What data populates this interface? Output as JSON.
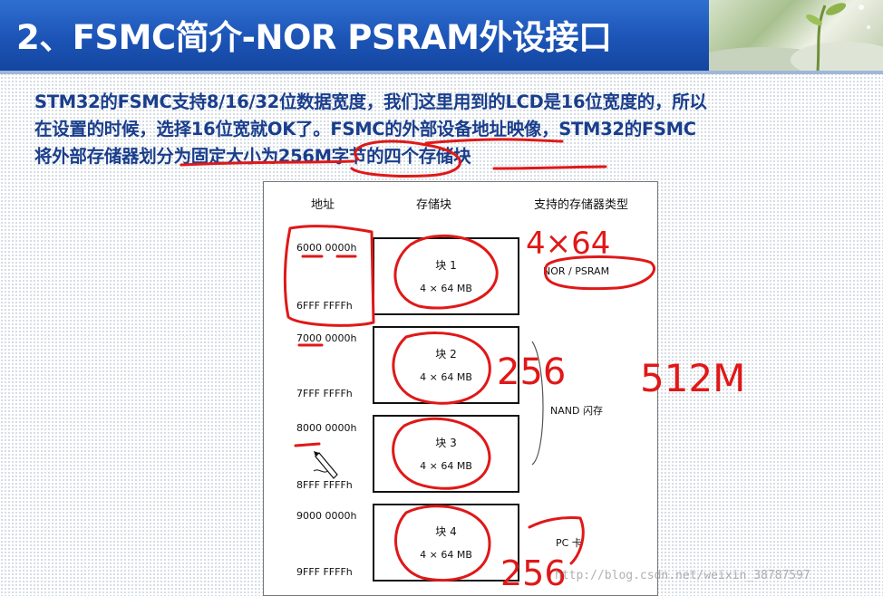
{
  "header": {
    "title": "2、FSMC简介-NOR PSRAM外设接口"
  },
  "intro": {
    "lines": [
      "STM32的FSMC支持8/16/32位数据宽度，我们这里用到的LCD是16位宽度的，所以",
      "在设置的时候，选择16位宽就OK了。FSMC的外部设备地址映像，STM32的FSMC",
      "将外部存储器划分为固定大小为256M字节的四个存储块"
    ]
  },
  "figure": {
    "col_address": "地址",
    "col_block": "存储块",
    "col_type": "支持的存储器类型",
    "blocks": [
      {
        "start": "6000 0000h",
        "end": "6FFF FFFFh",
        "name": "块 1",
        "size": "4 × 64 MB"
      },
      {
        "start": "7000 0000h",
        "end": "7FFF FFFFh",
        "name": "块 2",
        "size": "4 × 64 MB"
      },
      {
        "start": "8000 0000h",
        "end": "8FFF FFFFh",
        "name": "块 3",
        "size": "4 × 64 MB"
      },
      {
        "start": "9000 0000h",
        "end": "9FFF FFFFh",
        "name": "块 4",
        "size": "4 × 64 MB"
      }
    ],
    "types": {
      "nor": "NOR / PSRAM",
      "nand": "NAND 闪存",
      "pc": "PC 卡"
    }
  },
  "annotations": {
    "note_4x64": "4×64",
    "note_256": "256",
    "note_512m": "512M",
    "note_256b": "256"
  },
  "watermark": "http://blog.csdn.net/weixin_38787597",
  "colors": {
    "header_blue": "#1c54b6",
    "text_blue": "#1a3e8c",
    "ink_red": "#e01818"
  }
}
